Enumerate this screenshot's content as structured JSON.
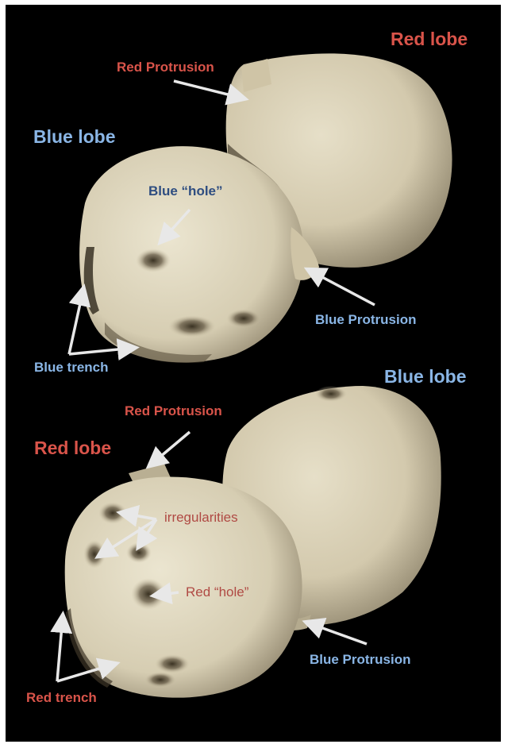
{
  "colors": {
    "background": "#000000",
    "surface": "#d8cfb6",
    "red_label": "#d9544a",
    "blue_label": "#8ab6e6",
    "blue_hole_label": "#2e4d80",
    "red_inner_label": "#b04a44",
    "arrow": "#e8e8e8"
  },
  "top_view": {
    "red_lobe": "Red lobe",
    "red_protrusion": "Red Protrusion",
    "blue_lobe": "Blue lobe",
    "blue_hole": "Blue “hole”",
    "blue_protrusion": "Blue Protrusion",
    "blue_trench": "Blue trench"
  },
  "bottom_view": {
    "blue_lobe": "Blue lobe",
    "red_protrusion": "Red Protrusion",
    "red_lobe": "Red lobe",
    "irregularities": "irregularities",
    "red_hole": "Red “hole”",
    "blue_protrusion": "Blue Protrusion",
    "red_trench": "Red trench"
  }
}
